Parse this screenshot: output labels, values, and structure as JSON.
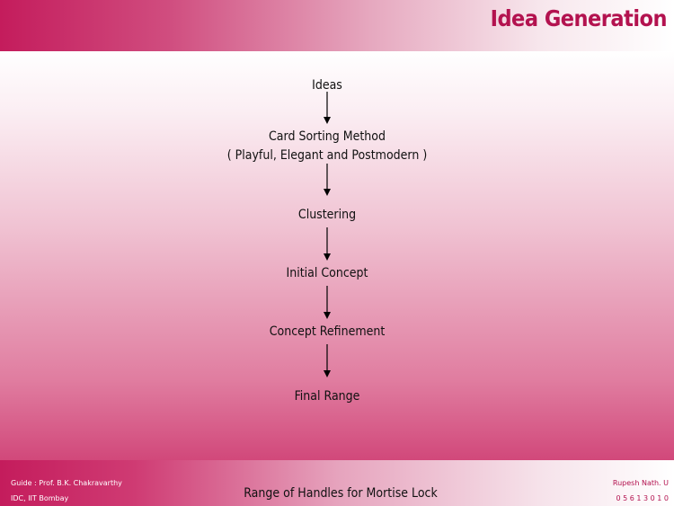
{
  "header": {
    "title": "Idea Generation"
  },
  "flow": [
    {
      "label": "Ideas"
    },
    {
      "label": "Card Sorting Method",
      "sublabel": "( Playful, Elegant and Postmodern )"
    },
    {
      "label": "Clustering"
    },
    {
      "label": "Initial Concept"
    },
    {
      "label": "Concept Refinement"
    },
    {
      "label": "Final Range"
    }
  ],
  "footer": {
    "guide": "Guide : Prof. B.K. Chakravarthy",
    "institute": "IDC, IIT Bombay",
    "project": "Range of Handles for Mortise Lock",
    "author": "Rupesh Nath. U",
    "roll": "0 5 6 1 3 0 1 0"
  }
}
